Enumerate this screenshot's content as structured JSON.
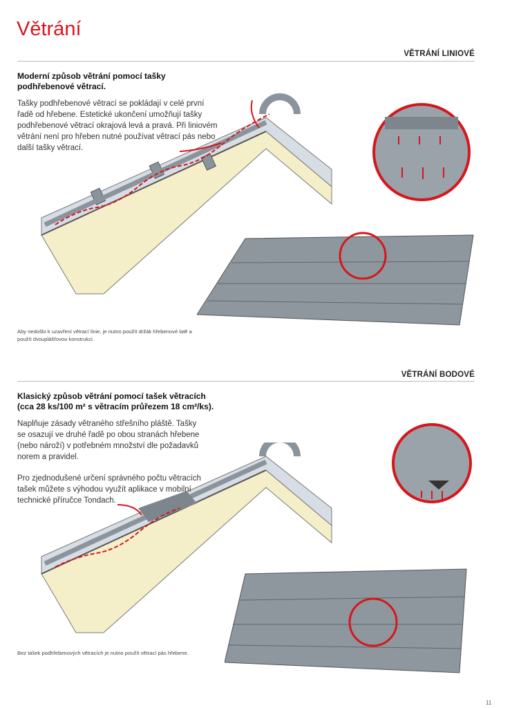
{
  "page": {
    "title": "Větrání",
    "page_number": "11",
    "accent_color": "#d6161c"
  },
  "sections": [
    {
      "heading": "VĚTRÁNÍ LINIOVÉ",
      "lead": "Moderní způsob větrání pomocí tašky podhřebenové větrací.",
      "paragraphs": [
        "Tašky podhřebenové větrací se pokládají v celé první řadě od hřebene. Estetické ukončení umožňují tašky podhřebenové větrací okrajová levá a pravá. Při liniovém větrání není pro hřeben nutné používat větrací pás nebo další tašky větrací."
      ],
      "note": "Aby nedošlo k uzavření větrací linie, je nutno použít držák hřebenové latě a použít dvouplášťovou konstrukci."
    },
    {
      "heading": "VĚTRÁNÍ BODOVÉ",
      "lead": "Klasický způsob větrání pomocí tašek větracích (cca 28 ks/100 m² s větracím průřezem 18 cm²/ks).",
      "paragraphs": [
        "Naplňuje zásady větraného střešního pláště. Tašky se osazují ve druhé řadě po obou stranách hřebene (nebo nároží) v potřebném množství dle požadavků norem a pravidel.",
        "Pro zjednodušené určení správného počtu větracích tašek můžete s výhodou využít aplikace v mobilní technické příručce Tondach."
      ],
      "note": "Bez tašek podhřebenových větracích je nutno použít větrací pás hřebene."
    }
  ]
}
